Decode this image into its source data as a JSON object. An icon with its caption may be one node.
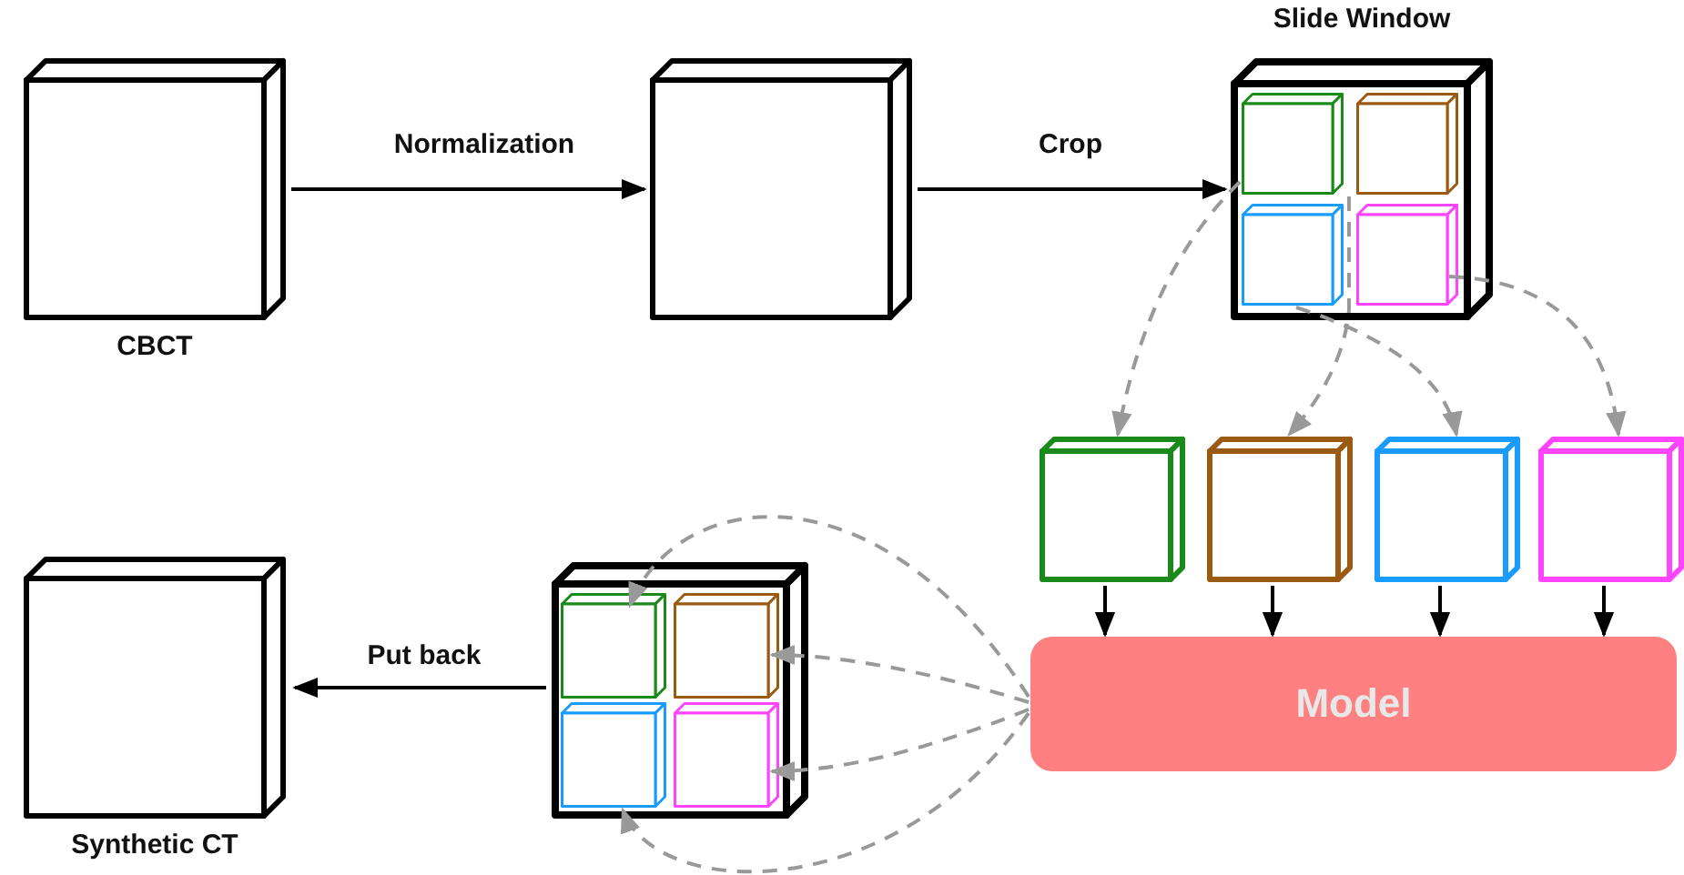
{
  "diagram": {
    "nodes": [
      {
        "text": [
          "CBCT"
        ]
      },
      {
        "text": [],
        "shape": "cube"
      },
      {
        "text": [
          "Slide Window"
        ]
      },
      {
        "text": [],
        "shape": "cube",
        "in": 2
      },
      {
        "text": [],
        "shape": "cube",
        "in": 2
      },
      {
        "text": [],
        "shape": "cube",
        "in": 2
      },
      {
        "text": [],
        "shape": "cube",
        "in": 2
      },
      {
        "text": [],
        "shape": "cube"
      },
      {
        "text": [],
        "shape": "cube"
      },
      {
        "text": [],
        "shape": "cube"
      },
      {
        "text": [],
        "shape": "cube"
      },
      {
        "text": [
          "Model"
        ]
      },
      {
        "text": [],
        "shape": "cube"
      },
      {
        "text": [],
        "shape": "cube",
        "in": 12
      },
      {
        "text": [],
        "shape": "cube",
        "in": 12
      },
      {
        "text": [],
        "shape": "cube",
        "in": 12
      },
      {
        "text": [],
        "shape": "cube",
        "in": 12
      },
      {
        "text": [
          "Synthetic CT"
        ]
      }
    ],
    "edges": [
      {
        "from": 0,
        "to": 1,
        "arrow": "to",
        "label": "Normalization",
        "color": "#000000"
      },
      {
        "from": 1,
        "to": 2,
        "arrow": "to",
        "label": "Crop",
        "color": "#000000"
      },
      {
        "from": 3,
        "to": 7,
        "arrow": "to",
        "style": "dashed",
        "color": "#999999"
      },
      {
        "from": 4,
        "to": 8,
        "arrow": "to",
        "style": "dashed",
        "color": "#999999"
      },
      {
        "from": 5,
        "to": 9,
        "arrow": "to",
        "style": "dashed",
        "color": "#999999"
      },
      {
        "from": 6,
        "to": 10,
        "arrow": "to",
        "style": "dashed",
        "color": "#999999"
      },
      {
        "from": 7,
        "to": 11,
        "arrow": "to",
        "color": "#000000"
      },
      {
        "from": 8,
        "to": 11,
        "arrow": "to",
        "color": "#000000"
      },
      {
        "from": 9,
        "to": 11,
        "arrow": "to",
        "color": "#000000"
      },
      {
        "from": 10,
        "to": 11,
        "arrow": "to",
        "color": "#000000"
      },
      {
        "from": 11,
        "to": 13,
        "arrow": "to",
        "style": "dashed",
        "color": "#999999"
      },
      {
        "from": 11,
        "to": 14,
        "arrow": "to",
        "style": "dashed",
        "color": "#999999"
      },
      {
        "from": 11,
        "to": 15,
        "arrow": "to",
        "style": "dashed",
        "color": "#999999"
      },
      {
        "from": 11,
        "to": 16,
        "arrow": "to",
        "style": "dashed",
        "color": "#999999"
      },
      {
        "from": 12,
        "to": 17,
        "arrow": "to",
        "label": "Put back",
        "color": "#000000"
      }
    ]
  }
}
